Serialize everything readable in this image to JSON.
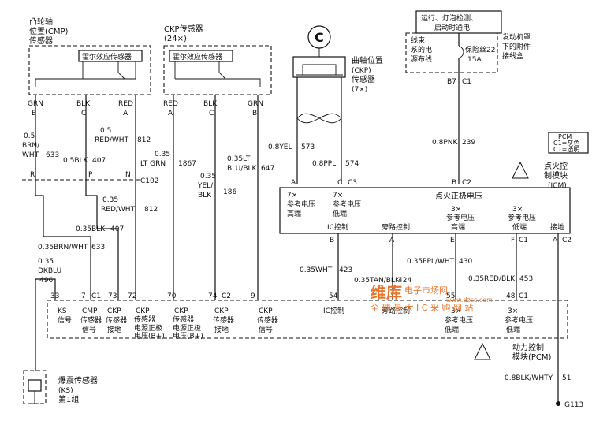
{
  "cmp": {
    "title_l1": "凸轮轴",
    "title_l2": "位置(CMP)",
    "title_l3": "传感器",
    "hall": "霍尔效应传感器",
    "pin_a": {
      "color": "GRN",
      "pin": "B"
    },
    "pin_b": {
      "color": "BLK",
      "pin": "C"
    },
    "pin_c": {
      "color": "RED",
      "pin": "A"
    }
  },
  "ckp24": {
    "title_l1": "CKP传感器",
    "title_l2": "(24×)",
    "hall": "霍尔效应传感器",
    "pin_a": {
      "color": "RED",
      "pin": "A"
    },
    "pin_b": {
      "color": "BLK",
      "pin": "C"
    },
    "pin_c": {
      "color": "GRN",
      "pin": "B"
    }
  },
  "ckp7": {
    "title_l1": "曲轴位置",
    "title_l2": "(CKP)",
    "title_l3": "传感器",
    "title_l4": "(7×)"
  },
  "fuse": {
    "header_l1": "运行、灯泡检测、",
    "header_l2": "启动时通电",
    "bus_l1": "线束",
    "bus_l2": "系的电",
    "bus_l3": "源布线",
    "name": "保险丝22",
    "amp": "15A",
    "block_l1": "发动机罩",
    "block_l2": "下的附件",
    "block_l3": "接线盒",
    "pin": "B7",
    "conn": "C1"
  },
  "wires": {
    "w633_a": "0.5\nBRN/\nWHT",
    "w633_a_l1": "0.5",
    "w633_a_l2": "BRN/",
    "w633_a_l3": "WHT",
    "w633_a_num": "633",
    "w407_a": "0.5BLK",
    "w407_a_num": "407",
    "w812_a_l1": "0.5",
    "w812_a_l2": "RED/WHT",
    "w812_a_num": "812",
    "w1867_l1": "0.35",
    "w1867_l2": "LT GRN",
    "w1867_num": "1867",
    "w186_l1": "0.35",
    "w186_l2": "YEL/",
    "w186_l3": "BLK",
    "w186_num": "186",
    "w647_l1": "0.35LT",
    "w647_l2": "BLU/BLK",
    "w647_num": "647",
    "w573": "0.8YEL",
    "w573_num": "573",
    "w574": "0.8PPL",
    "w574_num": "574",
    "w239": "0.8PNK",
    "w239_num": "239",
    "w812_b_l1": "0.35",
    "w812_b_l2": "RED/WHT",
    "w812_b_num": "812",
    "w407_b": "0.35BLK",
    "w407_b_num": "407",
    "w633_b": "0.35BRN/WHT",
    "w633_b_num": "633",
    "w496_l1": "0.35",
    "w496_l2": "DKBLU",
    "w496_num": "496",
    "w423": "0.35WHT",
    "w423_num": "423",
    "w424": "0.35TAN/BLK",
    "w424_num": "424",
    "w430": "0.35PPL/WHT",
    "w430_num": "430",
    "w453": "0.35RED/BLK",
    "w453_num": "453",
    "w51": "0.8BLK/WHTY",
    "w51_num": "51"
  },
  "splice": {
    "r": "R",
    "p": "P",
    "n": "N",
    "c102": "C102"
  },
  "icm": {
    "title_l1": "点火控",
    "title_l2": "制模块",
    "title_l3": "(ICM)",
    "pcm_l1": "PCM",
    "pcm_l2": "C1=灰色",
    "pcm_l3": "C1=透明",
    "header": "点火正极电压",
    "left_a_l1": "7×",
    "left_a_l2": "参考电压",
    "left_a_l3": "高端",
    "left_b_l1": "7×",
    "left_b_l2": "参考电压",
    "left_b_l3": "低端",
    "ic": "IC控制",
    "bypass": "旁路控制",
    "right_a_l1": "3×",
    "right_a_l2": "参考电压",
    "right_a_l3": "高端",
    "right_b_l1": "3×",
    "right_b_l2": "参考电压",
    "right_b_l3": "低端",
    "gnd": "接地",
    "pin_a": "A",
    "pin_c3a": "C",
    "pin_c3": "C3",
    "pin_b": "B",
    "pin_c2": "C2",
    "bot_b": "B",
    "bot_a": "A",
    "bot_e": "E",
    "bot_f": "F",
    "bot_c1": "C1",
    "bot_a2": "A",
    "bot_c2": "C2"
  },
  "pcm": {
    "pins": [
      "33",
      "7",
      "C1",
      "73",
      "72",
      "70",
      "74",
      "C2",
      "9",
      "54",
      "55",
      "48",
      "C1"
    ],
    "ks_l1": "KS",
    "ks_l2": "信号",
    "cmp_l1": "CMP",
    "cmp_l2": "传感器",
    "cmp_l3": "信号",
    "ckpg_l1": "CKP",
    "ckpg_l2": "传感器",
    "ckpg_l3": "接地",
    "ckpv1_l1": "CKP",
    "ckpv1_l2": "传感器",
    "ckpv1_l3": "电源正极",
    "ckpv1_l4": "电压(B+)",
    "ckpv2_l1": "CKP",
    "ckpv2_l2": "传感器",
    "ckpv2_l3": "电源正极",
    "ckpv2_l4": "电压(B+)",
    "ckpg2_l1": "CKP",
    "ckpg2_l2": "传感器",
    "ckpg2_l3": "接地",
    "ckps_l1": "CKP",
    "ckps_l2": "传感器",
    "ckps_l3": "信号",
    "ic": "IC控制",
    "bypass": "旁路控制",
    "r3h_l1": "3×",
    "r3h_l2": "参考电压",
    "r3h_l3": "低端",
    "r3l_l1": "3×",
    "r3l_l2": "参考电压",
    "r3l_l3": "低端",
    "title_l1": "动力控制",
    "title_l2": "模块(PCM)"
  },
  "ks": {
    "title_l1": "爆震传感器",
    "title_l2": "(KS)",
    "title_l3": "第1组"
  },
  "ground": "G113",
  "watermark": {
    "brand": "维库",
    "brand2": "电子市场网",
    "line2": "全 球 最 大 I C 采 购 网 站",
    "url": "www.dzsc.com"
  }
}
